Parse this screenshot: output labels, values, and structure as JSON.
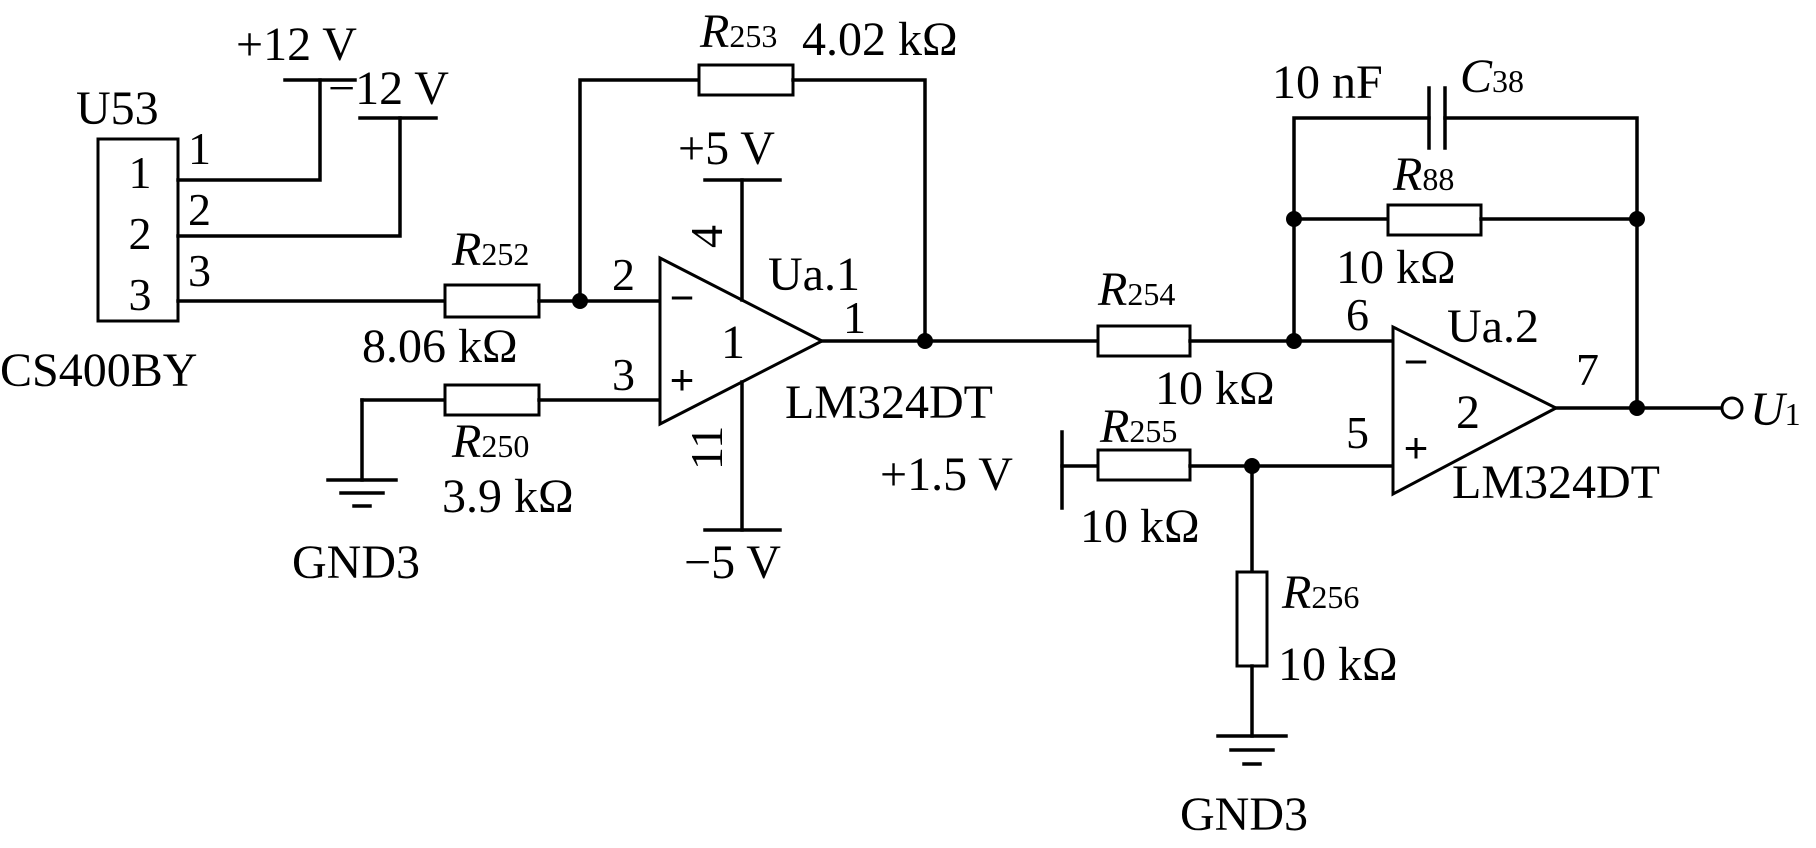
{
  "connector": {
    "ref": "U53",
    "part": "CS400BY",
    "pins": [
      "1",
      "2",
      "3"
    ],
    "wire_pins": [
      "1",
      "2",
      "3"
    ]
  },
  "supplies": {
    "pos12": "+12 V",
    "neg12": "−12 V",
    "pos5": "+5 V",
    "neg5": "−5 V",
    "pos1_5": "+1.5 V",
    "gnd_a": "GND3",
    "gnd_b": "GND3"
  },
  "opamp1": {
    "ref": "Ua.1",
    "part": "LM324DT",
    "unit": "1",
    "pin_inv": "2",
    "pin_noninv": "3",
    "pin_out": "1",
    "pin_vpos": "4",
    "pin_vneg": "11",
    "minus": "−",
    "plus": "+"
  },
  "opamp2": {
    "ref": "Ua.2",
    "part": "LM324DT",
    "unit": "2",
    "pin_inv": "6",
    "pin_noninv": "5",
    "pin_out": "7",
    "minus": "−",
    "plus": "+"
  },
  "r253": {
    "letter": "R",
    "sub": "253",
    "value": "4.02 kΩ"
  },
  "r252": {
    "letter": "R",
    "sub": "252",
    "value": "8.06 kΩ"
  },
  "r250": {
    "letter": "R",
    "sub": "250",
    "value": "3.9 kΩ"
  },
  "r254": {
    "letter": "R",
    "sub": "254",
    "value": "10 kΩ"
  },
  "r255": {
    "letter": "R",
    "sub": "255",
    "value": "10 kΩ"
  },
  "r256": {
    "letter": "R",
    "sub": "256",
    "value": "10 kΩ"
  },
  "r88": {
    "letter": "R",
    "sub": "88",
    "value": "10 kΩ"
  },
  "c38": {
    "letter": "C",
    "sub": "38",
    "value": "10 nF"
  },
  "output": {
    "letter": "U",
    "sub": "1"
  }
}
